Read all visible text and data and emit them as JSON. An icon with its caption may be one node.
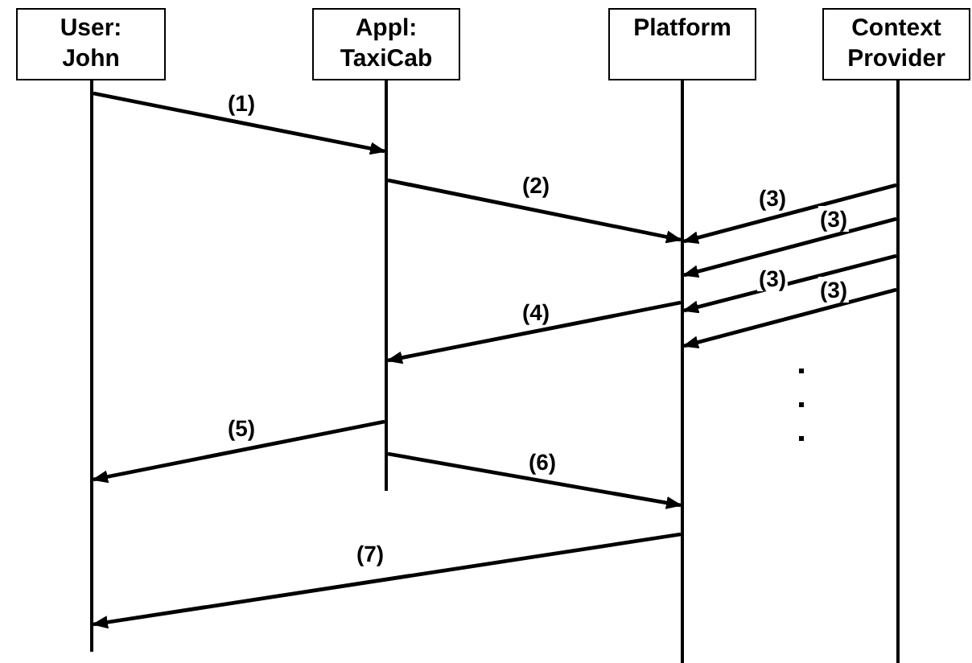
{
  "diagram": {
    "nodes": [
      {
        "text": [
          "User: John"
        ]
      },
      {
        "text": [
          "Appl: TaxiCab"
        ]
      },
      {
        "text": [
          "Platform"
        ]
      },
      {
        "text": [
          "Context Provider"
        ]
      },
      {
        "text": [],
        "shape": "bar"
      },
      {
        "text": [],
        "shape": "bar"
      },
      {
        "text": [],
        "shape": "bar"
      },
      {
        "text": [],
        "shape": "bar"
      }
    ],
    "edges": [
      {
        "from": 4,
        "to": 5,
        "arrow": "to",
        "label": "(1)"
      },
      {
        "from": 5,
        "to": 6,
        "arrow": "to",
        "label": "(2)"
      },
      {
        "from": 7,
        "to": 6,
        "arrow": "to",
        "label": "(3)"
      },
      {
        "from": 7,
        "to": 6,
        "arrow": "to",
        "label": "(3)"
      },
      {
        "from": 7,
        "to": 6,
        "arrow": "to",
        "label": "(3)"
      },
      {
        "from": 7,
        "to": 6,
        "arrow": "to",
        "label": "(3)"
      },
      {
        "from": 6,
        "to": 5,
        "arrow": "to",
        "label": "(4)"
      },
      {
        "from": 5,
        "to": 4,
        "arrow": "to",
        "label": "(5)"
      },
      {
        "from": 5,
        "to": 6,
        "arrow": "to",
        "label": "(6)"
      },
      {
        "from": 6,
        "to": 4,
        "arrow": "to",
        "label": "(7)"
      }
    ]
  }
}
